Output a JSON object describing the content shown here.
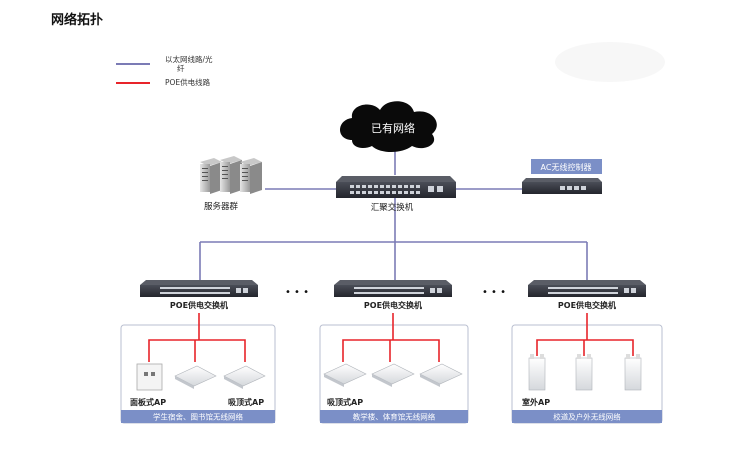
{
  "title": "网络拓扑",
  "legend": {
    "ethernet_line1": "以太网线路/光",
    "ethernet_line2": "纤",
    "poe": "POE供电线路"
  },
  "colors": {
    "ethernet": "#7b7bb5",
    "poe": "#e8242a",
    "banner": "#7b8fc7"
  },
  "nodes": {
    "cloud": "已有网络",
    "core_switch": "汇聚交换机",
    "servers": "服务器群",
    "ac": "AC无线控制器",
    "poe_switch": "POE供电交换机"
  },
  "ellipsis": "• • •",
  "zones": [
    {
      "banner": "学生宿舍、图书馆无线网络",
      "labels": [
        "面板式AP",
        "吸顶式AP"
      ]
    },
    {
      "banner": "教学楼、体育馆无线网络",
      "labels": [
        "吸顶式AP"
      ]
    },
    {
      "banner": "校道及户外无线网络",
      "labels": [
        "室外AP"
      ]
    }
  ]
}
